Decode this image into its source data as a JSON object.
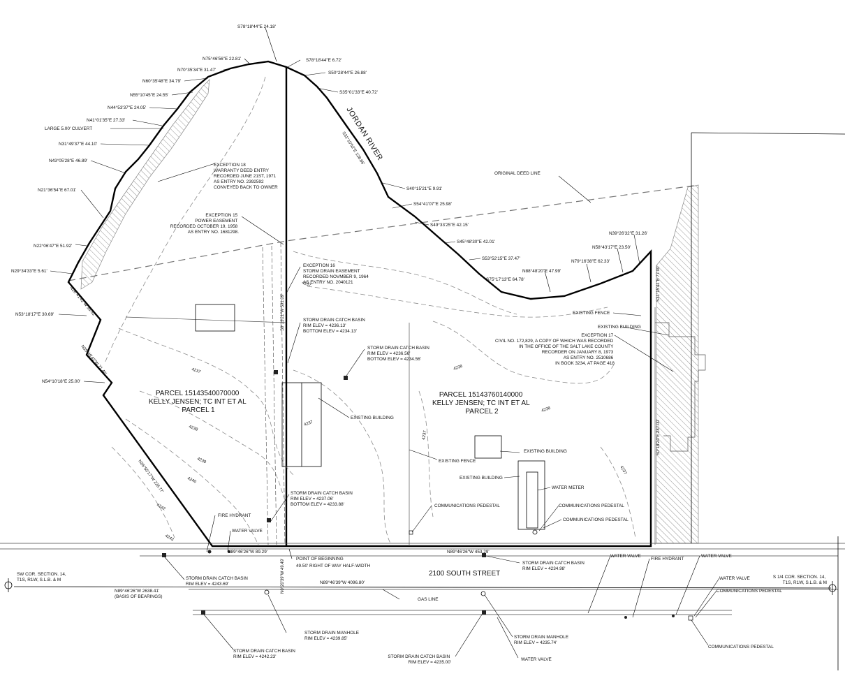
{
  "parcels": {
    "parcel1": [
      "PARCEL 15143540070000",
      "KELLY JENSEN; TC INT ET AL",
      "PARCEL 1"
    ],
    "parcel2": [
      "PARCEL 15143760140000",
      "KELLY JENSEN; TC INT ET AL",
      "PARCEL 2"
    ]
  },
  "river": "JORDAN RIVER",
  "street": "2100 SOUTH STREET",
  "bearings": {
    "s78_a": "S78°18'44\"E 24.18'",
    "n75": "N75°46'56\"E 22.81'",
    "n70": "N70°35'34\"E 31.47'",
    "n60": "N60°35'48\"E 34.79'",
    "n55": "N55°10'45\"E 24.55'",
    "n44": "N44°53'37\"E 24.05'",
    "n41": "N41°01'35\"E 27.33'",
    "n31": "N31°49'37\"E 44.10'",
    "n43": "N43°05'28\"E 46.89'",
    "n21": "N21°36'54\"E 67.01'",
    "n22": "N22°06'47\"E 51.92'",
    "n29": "N29°34'33\"E 5.61'",
    "n53": "N53°18'17\"E 30.69'",
    "n54": "N54°10'18\"E 25.00'",
    "s78_b": "S78°18'44\"E 6.72'",
    "s50": "S50°28'44\"E 26.88'",
    "s35": "S35°01'33\"E 40.72'",
    "s31": "S31°10'52\"E 128.66'",
    "s40": "S40°15'21\"E 9.91'",
    "s54": "S54°41'07\"E 25.98'",
    "s49": "S49°33'25\"E 42.15'",
    "s45": "S45°48'30\"E 42.01'",
    "s53": "S53°52'15\"E 37.47'",
    "s75": "S75°17'13\"E 64.78'",
    "n88": "N88°48'20\"E 47.99'",
    "n79": "N79°16'38\"E 62.33'",
    "n58": "N58°43'17\"E 23.50'",
    "n39": "N39°26'32\"E 31.26'",
    "s31b": "S31°15'41\"E 77.00'",
    "s0_18": "S0°18'24\"E 287.00'",
    "s0_13": "S0°13'21\"W 591.09'",
    "n26_a": "N26°41'42\"W 36.51'",
    "n35": "N35°49'42\"W 71.46'",
    "n26_b": "N26°55'17\"W 228.77'",
    "n89_a": "N89°46'26\"W 89.29'",
    "n89_b": "N89°46'26\"W 453.29'",
    "n89_c": "N89°46'39\"W 4096.80'",
    "n89_d": "N89°46'26\"W 2638.41'",
    "n0_20": "N0°20'39\"W 49.49'"
  },
  "notes": {
    "culvert": "LARGE 5.00' CULVERT",
    "exc18": [
      "EXCEPTION 18",
      "WARRANTY DEED ENTRY",
      "RECORDED JUNE 21ST, 1971",
      "AS ENTRY NO. 2392592",
      "CONVEYED BACK TO OWNER"
    ],
    "exc15": [
      "EXCEPTION 15",
      "POWER EASEMENT",
      "RECORDED OCTOBER 19, 1958",
      "AS ENTRY NO. 1681298."
    ],
    "exc16": [
      "EXCEPTION 16",
      "STORM DRAIN EASEMENT",
      "RECORDED NOVMBER 9, 1964",
      "AS ENTRY NO. 2040121"
    ],
    "exc17": [
      "EXCEPTION 17",
      "CIVIL NO. 172,829, A COPY OF WHICH WAS RECORDED",
      "IN THE OFFICE OF THE SALT LAKE COUNTY",
      "RECORDER ON JANUARY 8, 1973",
      "AS ENTRY NO. 2510686",
      "IN BOOK 3234, AT PAGE 418"
    ],
    "original_deed": "ORIGINAL DEED LINE",
    "existing_fence": "EXISTING FENCE",
    "existing_building": "EXISTING BUILDING",
    "water_meter": "WATER METER",
    "comm_ped": "COMMUNICATIONS PEDESTAL",
    "fire_hydrant": "FIRE HYDRANT",
    "water_valve": "WATER VALVE",
    "pob": "POINT OF BEGINNING",
    "row": "49.50' RIGHT OF WAY HALF-WIDTH",
    "gas": "GAS LINE",
    "basis": "(BASIS OF BEARINGS)",
    "sw_cor": [
      "SW COR. SECTION. 14,",
      "T1S, R1W, S.L.B. & M"
    ],
    "s14_cor": [
      "S 1/4 COR. SECTION. 14,",
      "T1S, R1W, S.L.B. & M"
    ],
    "sdcb1": [
      "STORM DRAIN CATCH BASIN",
      "RIM ELEV = 4236.13'",
      "BOTTOM ELEV = 4234.13'"
    ],
    "sdcb2": [
      "STORM DRAIN CATCH BASIN",
      "RIM ELEV = 4236.56'",
      "BOTTOM ELEV = 4234.56'"
    ],
    "sdcb3": [
      "STORM DRAIN CATCH BASIN",
      "RIM ELEV = 4237.06'",
      "BOTTOM ELEV = 4233.88'"
    ],
    "sdcb4": [
      "STORM DRAIN CATCH BASIN",
      "RIM ELEV = 4243.69'"
    ],
    "sdcb5": [
      "STORM DRAIN CATCH BASIN",
      "RIM ELEV = 4234.98'"
    ],
    "sdcb6": [
      "STORM DRAIN CATCH BASIN",
      "RIM ELEV = 4242.23'"
    ],
    "sdcb7": [
      "STORM DRAIN CATCH BASIN",
      "RIM ELEV = 4235.00'"
    ],
    "sdmh1": [
      "STORM DRAIN MANHOLE",
      "RIM ELEV = 4239.85'"
    ],
    "sdmh2": [
      "STORM DRAIN MANHOLE",
      "RIM ELEV = 4235.74'"
    ]
  },
  "contours": {
    "c4237": "4237",
    "c4238": "4238",
    "c4239": "4239",
    "c4240": "4240",
    "c4242": "4242",
    "c4243": "4243"
  }
}
